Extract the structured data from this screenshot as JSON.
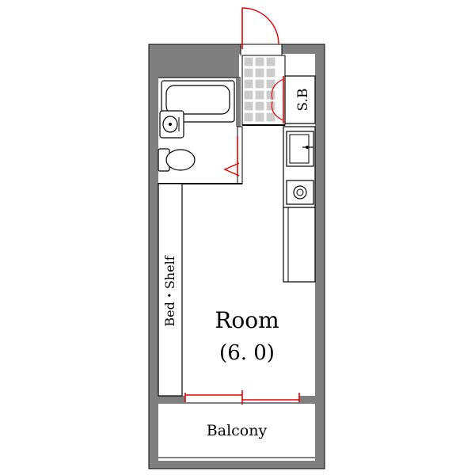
{
  "labels": {
    "room_name": "Room",
    "room_size": "(6. 0)",
    "shelf": "Bed・Shelf",
    "storage": "S.B",
    "balcony": "Balcony"
  },
  "colors": {
    "wall": "#7f7f7f",
    "door": "#e60000",
    "line": "#000000",
    "background": "#ffffff"
  }
}
